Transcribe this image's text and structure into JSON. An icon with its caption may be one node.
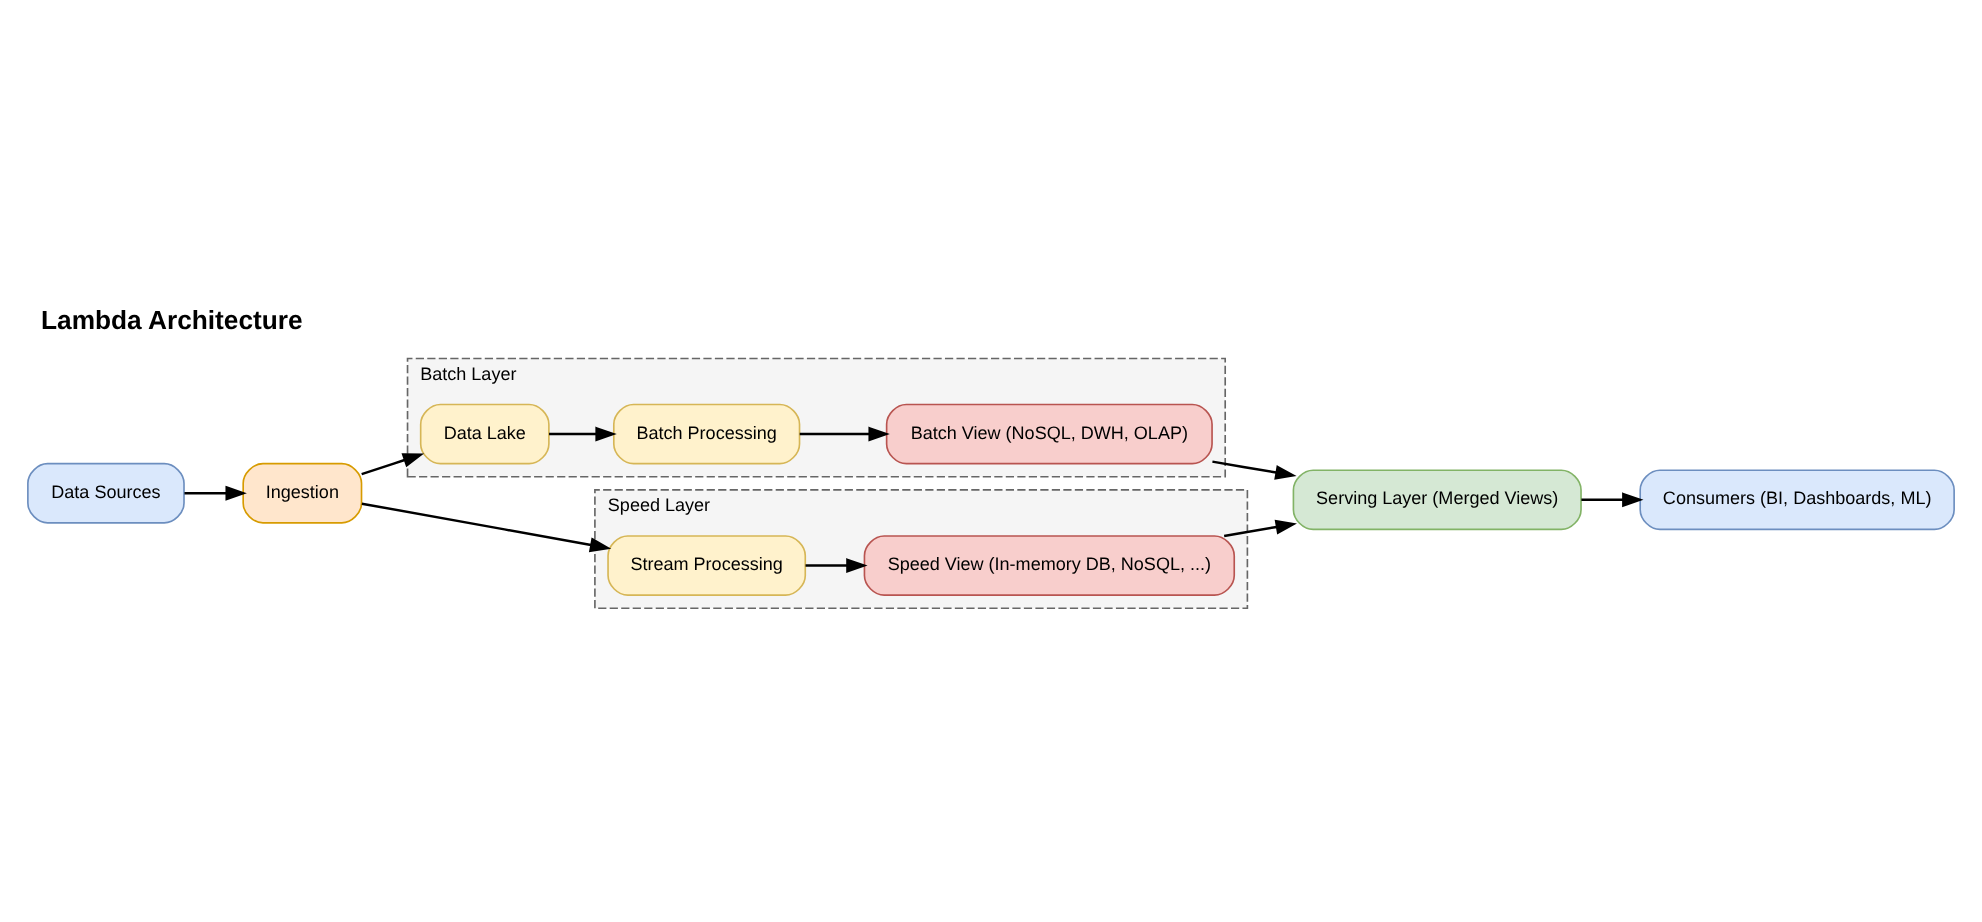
{
  "diagram": {
    "title": "Lambda Architecture",
    "nodes": [
      {
        "text": [
          "Data Sources"
        ]
      },
      {
        "text": [
          "Ingestion"
        ]
      },
      {
        "text": [
          "Batch Layer"
        ]
      },
      {
        "text": [
          "Data Lake"
        ],
        "in": 2
      },
      {
        "text": [
          "Batch Processing"
        ],
        "in": 2
      },
      {
        "text": [
          "Batch View (NoSQL, DWH, OLAP)"
        ],
        "in": 2
      },
      {
        "text": [
          "Speed Layer"
        ]
      },
      {
        "text": [
          "Stream Processing"
        ],
        "in": 6
      },
      {
        "text": [
          "Speed View (In-memory DB, NoSQL, ...)"
        ],
        "in": 6
      },
      {
        "text": [
          "Serving Layer (Merged Views)"
        ]
      },
      {
        "text": [
          "Consumers (BI, Dashboards, ML)"
        ]
      }
    ],
    "edges": [
      {
        "from": 0,
        "to": 1,
        "arrow": "to"
      },
      {
        "from": 1,
        "to": 3,
        "arrow": "to"
      },
      {
        "from": 3,
        "to": 4,
        "arrow": "to"
      },
      {
        "from": 4,
        "to": 5,
        "arrow": "to"
      },
      {
        "from": 5,
        "to": 9,
        "arrow": "to"
      },
      {
        "from": 1,
        "to": 7,
        "arrow": "to"
      },
      {
        "from": 7,
        "to": 8,
        "arrow": "to"
      },
      {
        "from": 8,
        "to": 9,
        "arrow": "to"
      },
      {
        "from": 9,
        "to": 10,
        "arrow": "to"
      }
    ]
  }
}
